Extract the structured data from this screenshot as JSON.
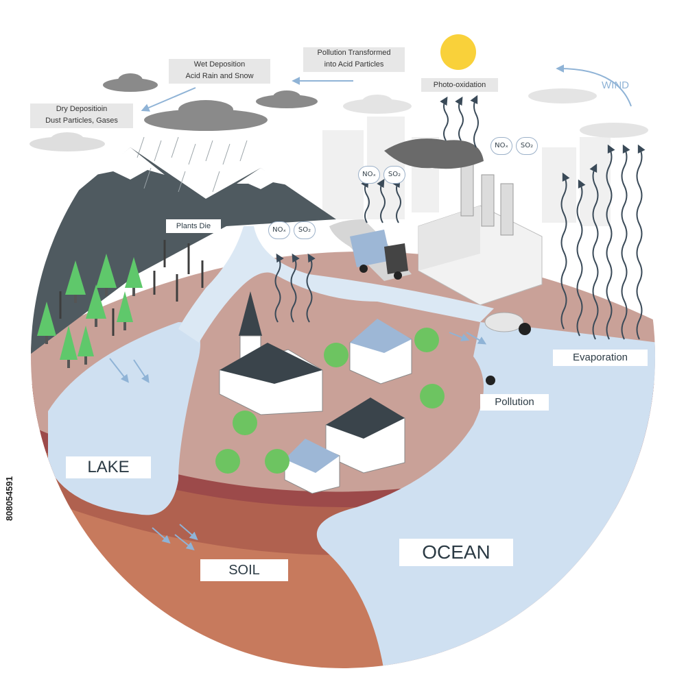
{
  "labels": {
    "dry_deposition": [
      "Dry Depositioin",
      "Dust Particles, Gases"
    ],
    "wet_deposition": [
      "Wet Deposition",
      "Acid Rain and Snow"
    ],
    "pollution_transformed": [
      "Pollution Transformed",
      "into Acid Particles"
    ],
    "photo_oxidation": "Photo-oxidation",
    "wind": "WIND",
    "plants_die": "Plants Die",
    "evaporation": "Evaporation",
    "pollution": "Pollution",
    "lake": "LAKE",
    "soil": "SOIL",
    "ocean": "OCEAN"
  },
  "chemicals": {
    "nox": "NOₓ",
    "so2": "SO₂"
  },
  "stock_id": "808054591",
  "colors": {
    "sun": "#f9d13a",
    "cloud": "#8a8a8a",
    "mountain": "#4f5a60",
    "ground": "#c9a198",
    "soil_top": "#9c4a4a",
    "soil_mid": "#b0614f",
    "soil_bottom": "#c77a5d",
    "water": "#cfe0f1",
    "tree": "#5fc86b",
    "arrow_blue": "#8fb3d6",
    "wave_arrow": "#3a4a58"
  },
  "icons": [
    "sun-icon",
    "cloud-icon",
    "mountain-icon",
    "tree-icon",
    "factory-icon",
    "truck-icon",
    "church-icon",
    "house-icon",
    "wavy-arrow-icon",
    "drain-pipe-icon"
  ]
}
